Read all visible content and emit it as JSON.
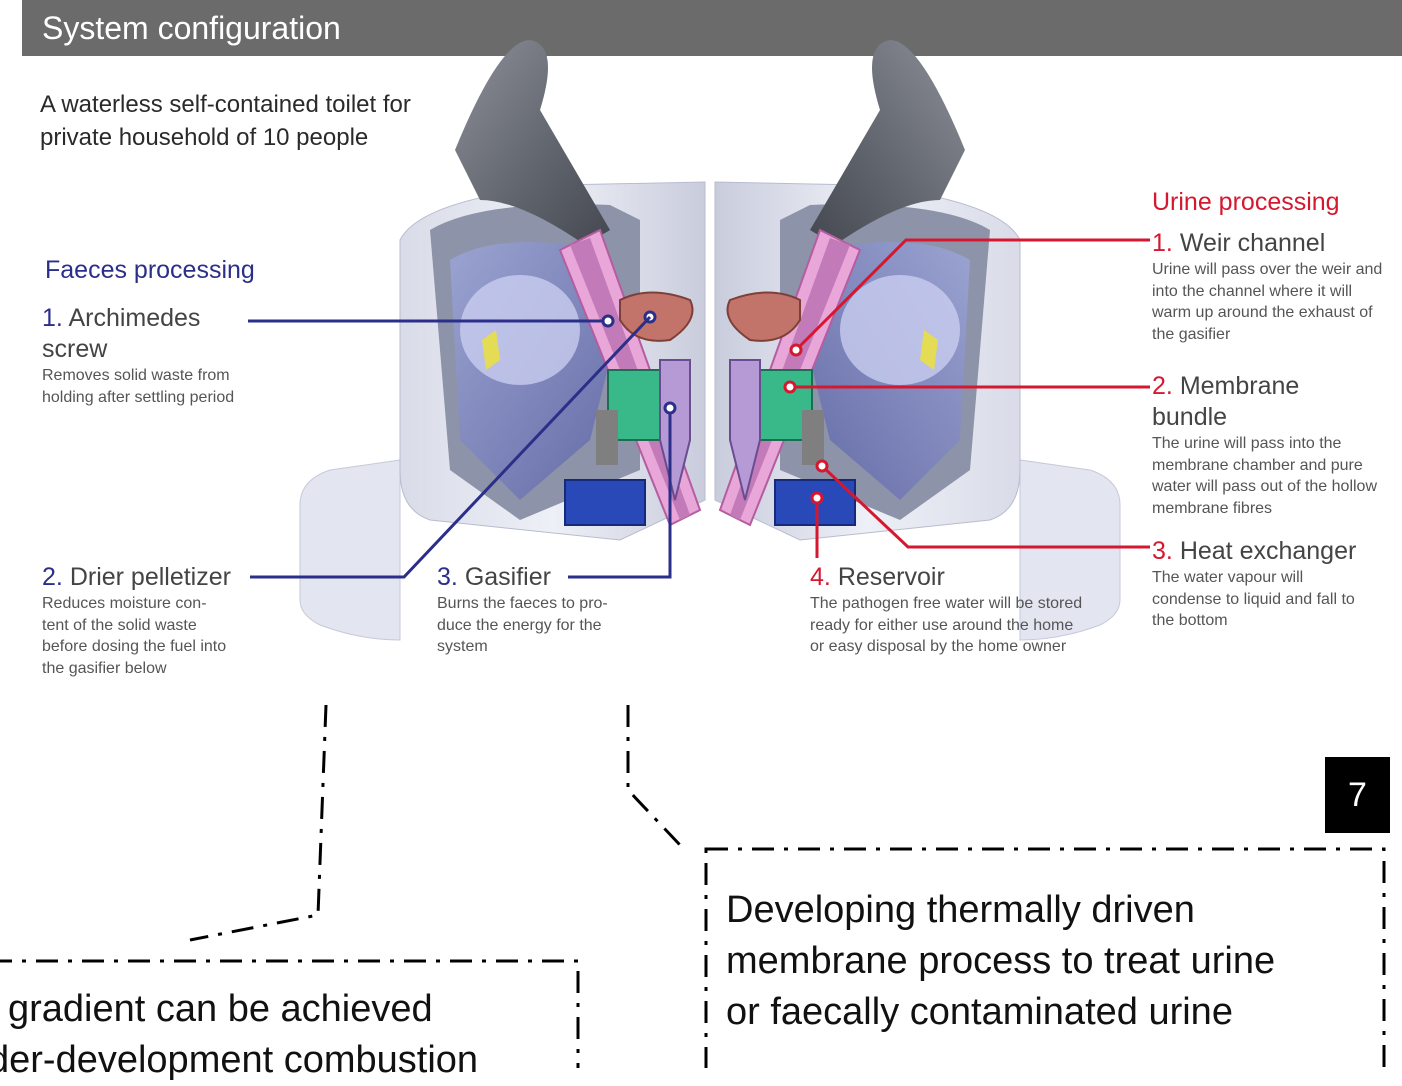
{
  "header": {
    "title": "System configuration"
  },
  "subtitle": "A waterless self-contained toilet for private household of 10 people",
  "faeces": {
    "heading": "Faeces processing",
    "items": [
      {
        "num": "1.",
        "title": "Archimedes screw",
        "desc": "Removes solid waste from holding after settling period"
      },
      {
        "num": "2.",
        "title": "Drier pelletizer",
        "desc": "Reduces moisture con- tent of the solid waste before dosing the fuel into the gasifier below"
      },
      {
        "num": "3.",
        "title": "Gasifier",
        "desc": "Burns the faeces to pro- duce the energy for the system"
      }
    ]
  },
  "urine": {
    "heading": "Urine processing",
    "items": [
      {
        "num": "1.",
        "title": "Weir channel",
        "desc": "Urine will pass over the weir and into the channel where it will warm up around the exhaust of the gasifier"
      },
      {
        "num": "2.",
        "title": "Membrane bundle",
        "desc": "The urine will pass into the membrane chamber and pure water will pass out of the hollow membrane fibres"
      },
      {
        "num": "3.",
        "title": "Heat exchanger",
        "desc": "The water vapour will condense to liquid and fall to the bottom"
      },
      {
        "num": "4.",
        "title": "Reservoir",
        "desc": "The pathogen free water will be stored ready for either use around the home or easy disposal by the home owner"
      }
    ]
  },
  "page_number": "7",
  "callouts": {
    "left": {
      "line1": "gradient can be achieved",
      "line2": "der-development combustion"
    },
    "right": {
      "line1": "Developing thermally driven",
      "line2": "membrane process to treat urine",
      "line3": "or faecally contaminated urine"
    }
  },
  "colors": {
    "blue": "#2b2f8a",
    "red": "#d5182f",
    "header": "#6b6b6b"
  }
}
